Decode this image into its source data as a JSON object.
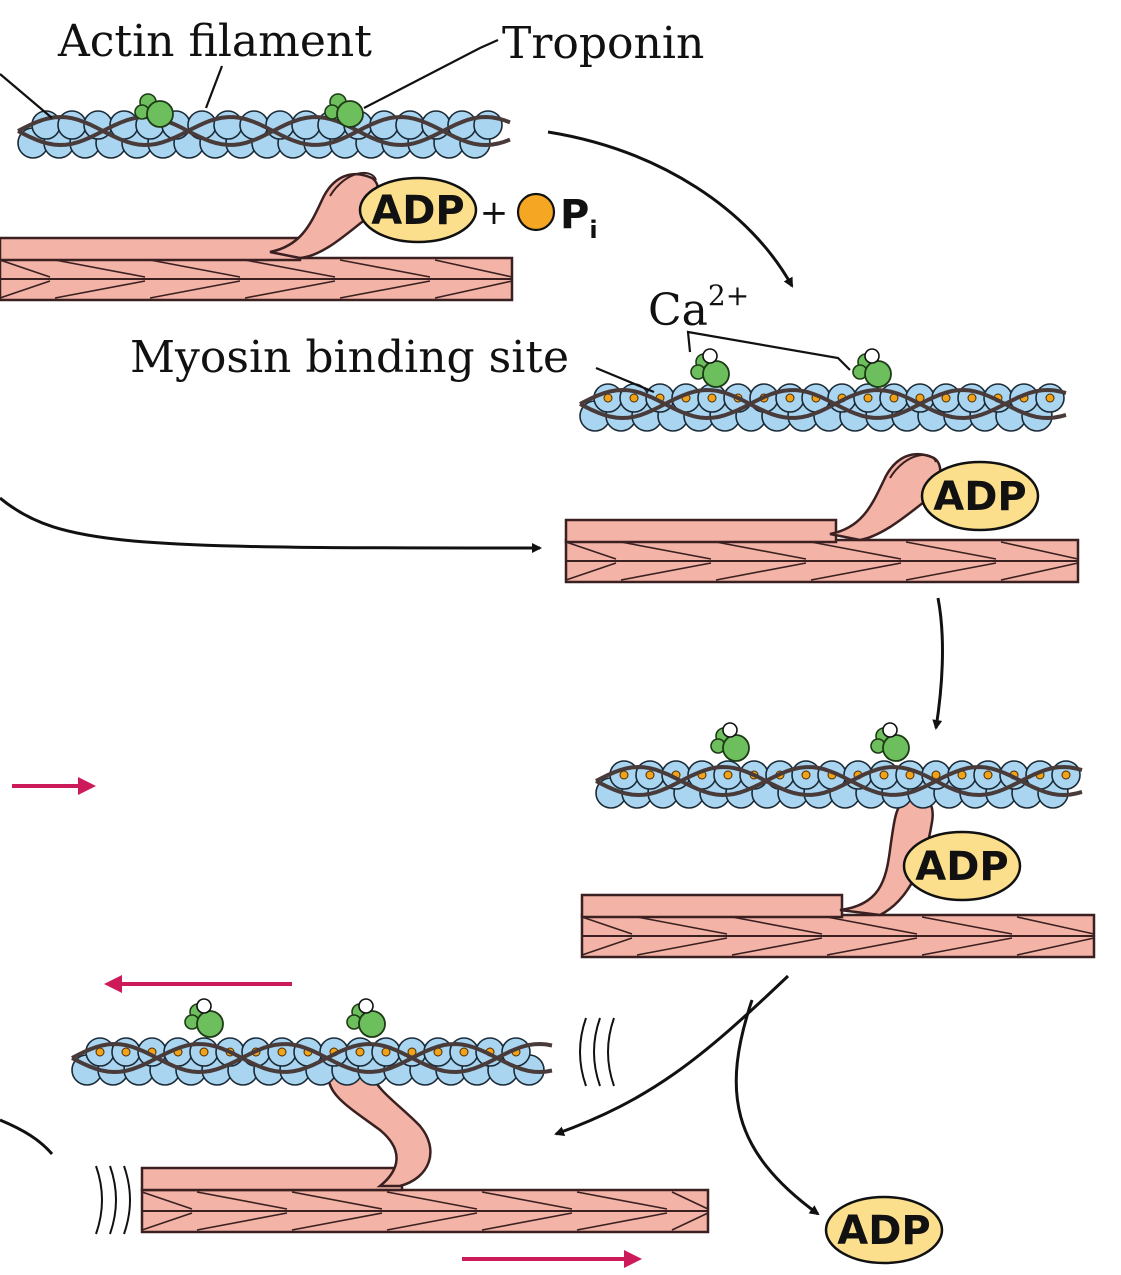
{
  "labels": {
    "actin_filament": "Actin filament",
    "troponin": "Troponin",
    "myosin_binding_site": "Myosin binding site",
    "calcium_base": "Ca",
    "calcium_charge": "2+"
  },
  "molecules": {
    "adp": "ADP",
    "plus": "+",
    "phosphate": "P",
    "phosphate_subscript": "i"
  },
  "colors": {
    "actin_bead": "#a9d5f0",
    "actin_strand": "#4a3b3b",
    "troponin": "#6cbf5c",
    "calcium_ion": "#ffffff",
    "binding_site": "#f0a21a",
    "myosin": "#f3b3a6",
    "myosin_outline": "#3a2020",
    "adp_fill": "#fbdf8c",
    "phosphate_fill": "#f5a623",
    "cycle_arrow": "#111111",
    "motion_arrow": "#cc1a5a"
  }
}
